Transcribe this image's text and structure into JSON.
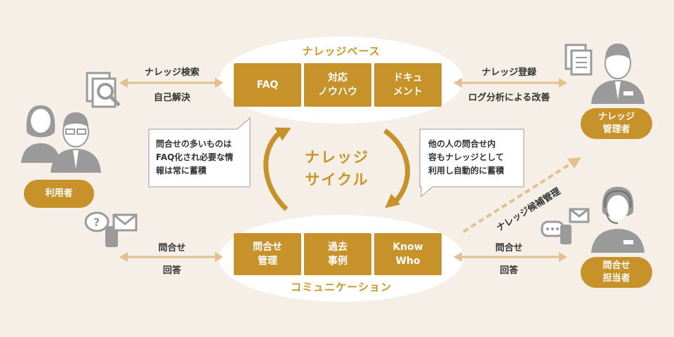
{
  "knowledge_base": {
    "title": "ナレッジベース",
    "boxes": [
      "FAQ",
      "対応\nノウハウ",
      "ドキュ\nメント"
    ]
  },
  "communication": {
    "title": "コミュニケーション",
    "boxes": [
      "問合せ\n管理",
      "過去\n事例",
      "Know\nWho"
    ]
  },
  "cycle": {
    "text": "ナレッジ\nサイクル"
  },
  "left_notes": {
    "top_label": "ナレッジ検索",
    "bottom_label": "自己解決"
  },
  "right_notes": {
    "top_label": "ナレッジ登録",
    "bottom_label": "ログ分析による改善"
  },
  "left_bottom_labels": {
    "top_label": "問合せ",
    "bottom_label": "回答"
  },
  "right_bottom_labels": {
    "top_label": "問合せ",
    "bottom_label": "回答"
  },
  "callout_left": "問合せの多いものは\nFAQ化され必要な情\n報は常に蓄積",
  "callout_right": "他の人の問合せ内\n容もナレッジとして\n利用し自動的に蓄積",
  "diagonal_label": "ナレッジ候補管理",
  "actors": {
    "user": "利用者",
    "knowledge_manager": "ナレッジ\n管理者",
    "support_staff": "問合せ\n担当者"
  },
  "colors": {
    "accent": "#c7922a",
    "accent_light": "#e8c99a",
    "gray": "#9a9a9a",
    "background": "#f5efe7"
  }
}
